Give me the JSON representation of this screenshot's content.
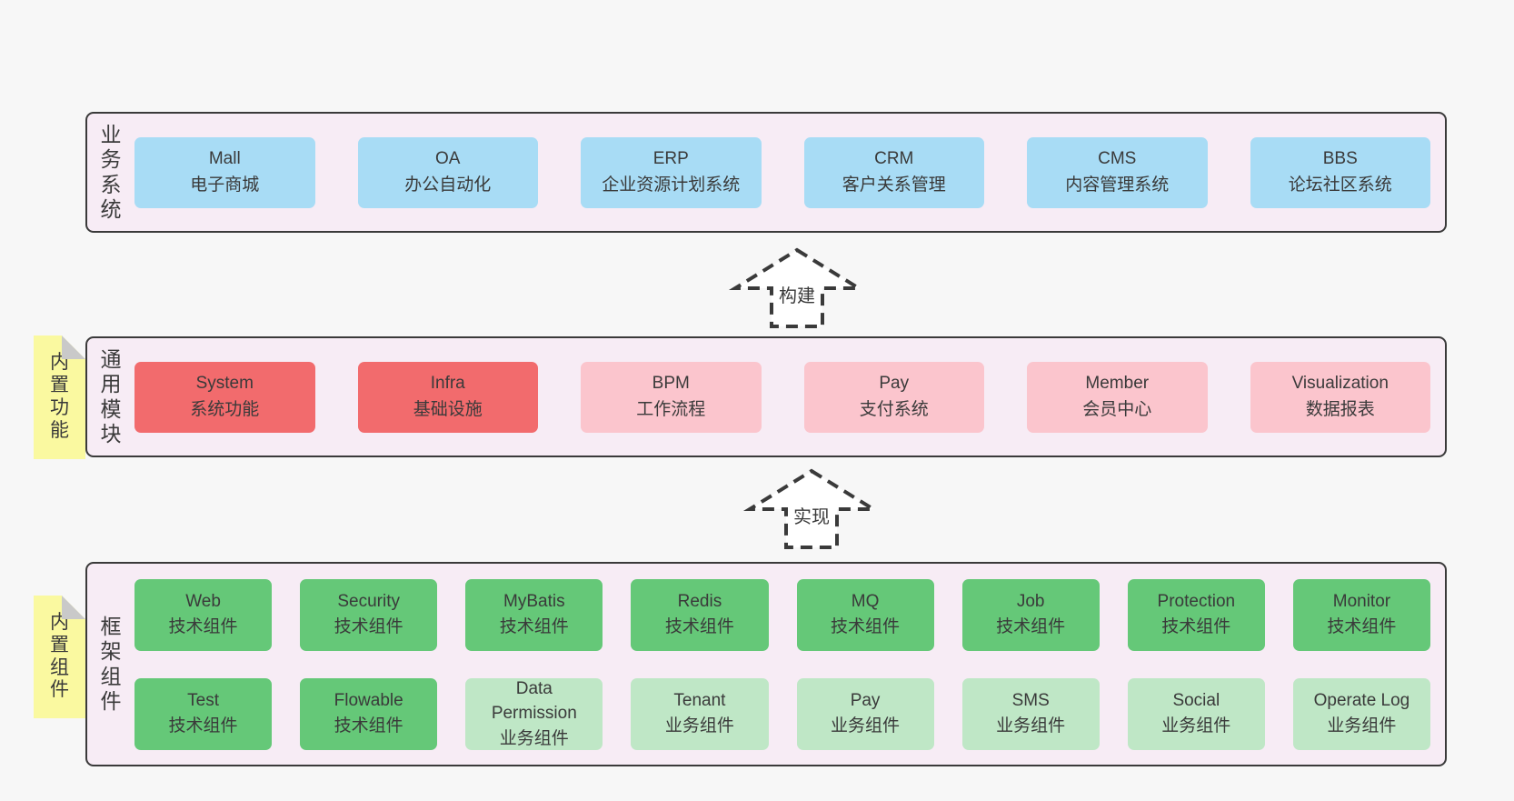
{
  "colors": {
    "page-bg": "#f7f7f7",
    "panel-bg": "#f7ecf5",
    "line": "#3a3a3a",
    "text": "#3a3a3a",
    "blue": "#a8dcf5",
    "red": "#f26b6d",
    "pink": "#fbc5cd",
    "green": "#65c878",
    "light-green": "#bfe7c6",
    "yellow": "#faf9a0",
    "fold-gray": "#c9c9c9",
    "arrow-fill": "#ffffff"
  },
  "stickies": {
    "features": "内置功能",
    "components": "内置组件"
  },
  "arrows": [
    {
      "label": "构建"
    },
    {
      "label": "实现"
    }
  ],
  "panels": {
    "business": {
      "label": "业务系统",
      "items": [
        {
          "en": "Mall",
          "zh": "电子商城"
        },
        {
          "en": "OA",
          "zh": "办公自动化"
        },
        {
          "en": "ERP",
          "zh": "企业资源计划系统"
        },
        {
          "en": "CRM",
          "zh": "客户关系管理"
        },
        {
          "en": "CMS",
          "zh": "内容管理系统"
        },
        {
          "en": "BBS",
          "zh": "论坛社区系统"
        }
      ]
    },
    "modules": {
      "label": "通用模块",
      "items": [
        {
          "en": "System",
          "zh": "系统功能"
        },
        {
          "en": "Infra",
          "zh": "基础设施"
        },
        {
          "en": "BPM",
          "zh": "工作流程"
        },
        {
          "en": "Pay",
          "zh": "支付系统"
        },
        {
          "en": "Member",
          "zh": "会员中心"
        },
        {
          "en": "Visualization",
          "zh": "数据报表"
        }
      ]
    },
    "components": {
      "label": "框架组件",
      "row1": [
        {
          "en": "Web",
          "zh": "技术组件"
        },
        {
          "en": "Security",
          "zh": "技术组件"
        },
        {
          "en": "MyBatis",
          "zh": "技术组件"
        },
        {
          "en": "Redis",
          "zh": "技术组件"
        },
        {
          "en": "MQ",
          "zh": "技术组件"
        },
        {
          "en": "Job",
          "zh": "技术组件"
        },
        {
          "en": "Protection",
          "zh": "技术组件"
        },
        {
          "en": "Monitor",
          "zh": "技术组件"
        }
      ],
      "row2": [
        {
          "en": "Test",
          "zh": "技术组件"
        },
        {
          "en": "Flowable",
          "zh": "技术组件"
        },
        {
          "en": "Data Permission",
          "zh": "业务组件"
        },
        {
          "en": "Tenant",
          "zh": "业务组件"
        },
        {
          "en": "Pay",
          "zh": "业务组件"
        },
        {
          "en": "SMS",
          "zh": "业务组件"
        },
        {
          "en": "Social",
          "zh": "业务组件"
        },
        {
          "en": "Operate Log",
          "zh": "业务组件"
        }
      ]
    }
  }
}
